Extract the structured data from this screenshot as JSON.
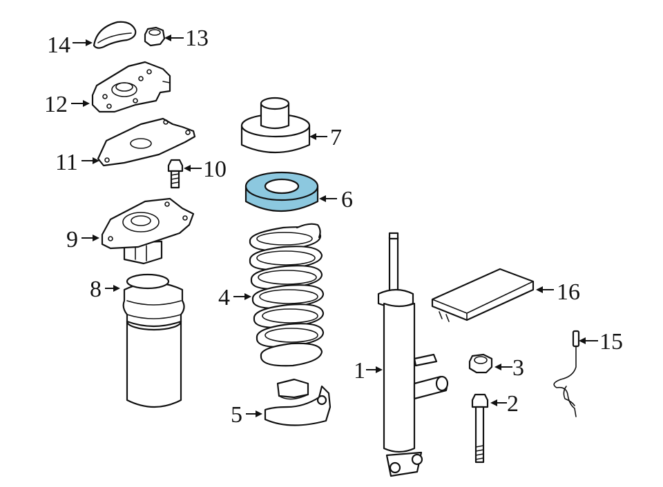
{
  "colors": {
    "highlight": "#8cc8df",
    "line": "#111111",
    "background": "#ffffff"
  },
  "callouts": {
    "c1": "1",
    "c2": "2",
    "c3": "3",
    "c4": "4",
    "c5": "5",
    "c6": "6",
    "c7": "7",
    "c8": "8",
    "c9": "9",
    "c10": "10",
    "c11": "11",
    "c12": "12",
    "c13": "13",
    "c14": "14",
    "c15": "15",
    "c16": "16"
  },
  "highlighted_part": "6"
}
